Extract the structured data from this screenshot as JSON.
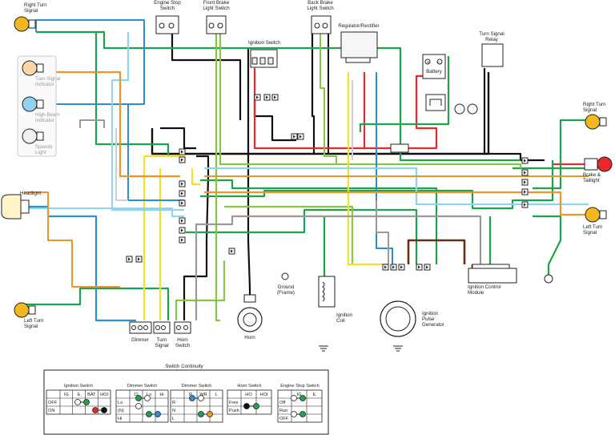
{
  "labels": {
    "right_turn_signal_front": "Right Turn\nSignal",
    "engine_stop_switch": "Engine Stop\nSwitch",
    "front_brake_light_switch": "Front Brake\nLight Switch",
    "back_brake_light_switch": "Back Brake\nLight Switch",
    "regulator_rectifier": "Regulator/Rectifier",
    "turn_signal_relay": "Turn Signal\nRelay",
    "ignition_switch": "Ignition Switch",
    "battery": "Battery",
    "turn_signal_indicator": "Turn Signal\nIndicator",
    "high_beam_indicator": "High Beam\nIndicator",
    "speedo_light": "Speedo\nLight",
    "headlight": "Headlight",
    "right_turn_signal_rear": "Right Turn\nSignal",
    "brake_taillight": "Brake &\nTaillight",
    "left_turn_signal_rear": "Left Turn\nSignal",
    "left_turn_signal_front": "Left Turn\nSignal",
    "ground_frame": "Ground\n(Frame)",
    "ignition_coil": "Ignition\nCoil",
    "ignition_pulse_generator": "Ignition\nPulse\nGenerator",
    "ignition_control_module": "Ignition Control\nModule",
    "horn": "Horn",
    "dimmer": "Dimmer",
    "turn_signal_switch": "Turn\nSignal",
    "horn_switch": "Horn\nSwitch"
  },
  "continuity": {
    "title": "Switch Continuity",
    "tables": [
      {
        "name": "Ignition Switch",
        "headers": [
          "IG",
          "E",
          "BAT",
          "HOI"
        ],
        "rows": [
          "OFF",
          "ON"
        ]
      },
      {
        "name": "Dimmer Switch",
        "headers": [
          "Cl",
          "Lo",
          "Hi"
        ],
        "rows": [
          "Lo",
          "(N)",
          "Hi"
        ]
      },
      {
        "name": "Dimmer Switch",
        "headers": [
          "R",
          "WR",
          "L"
        ],
        "rows": [
          "R",
          "N",
          "L"
        ]
      },
      {
        "name": "Horn Switch",
        "headers": [
          "HO",
          "HOI"
        ],
        "rows": [
          "Free",
          "Push"
        ]
      },
      {
        "name": "Engine Stop Switch",
        "headers": [
          "IG",
          "E"
        ],
        "rows": [
          "Off",
          "Run",
          "OFF"
        ]
      }
    ]
  },
  "colors": {
    "black": "#111111",
    "red": "#e8272e",
    "green": "#1ea34a",
    "yellow": "#f2e12a",
    "blue": "#2a8fd8",
    "light_blue": "#8fd3ef",
    "orange": "#f0932b",
    "light_green": "#86c741",
    "gray": "#9a9a9a",
    "brown": "#6b2f1a",
    "white_wire": "#cfcfcf",
    "amber": "#f3b81f",
    "cream": "#fff5c8"
  }
}
